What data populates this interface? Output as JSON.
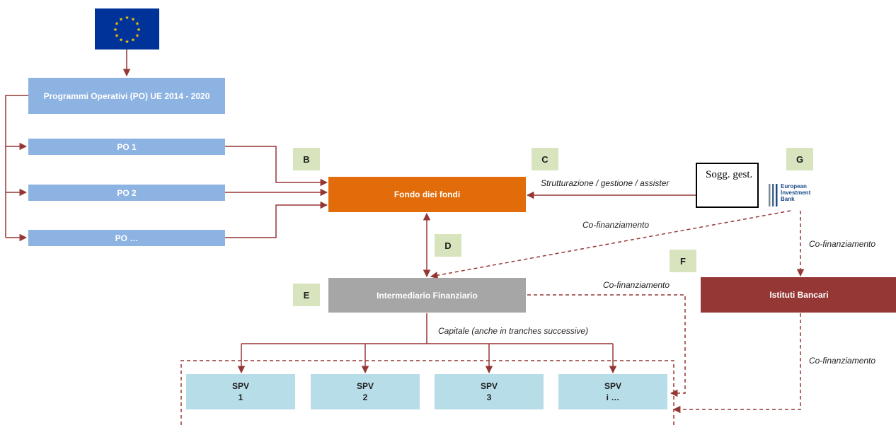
{
  "header_box": {
    "label": "Programmi Operativi  (PO) UE 2014 - 2020"
  },
  "po_boxes": [
    {
      "label": "PO 1"
    },
    {
      "label": "PO 2"
    },
    {
      "label": "PO …"
    }
  ],
  "fund": {
    "label": "Fondo diei fondi"
  },
  "intermediary": {
    "label": "Intermediario Finanziario"
  },
  "banks": {
    "label": "Istituti Bancari"
  },
  "manager": {
    "label": "Sogg. gest."
  },
  "eib": {
    "text_line1": "European",
    "text_line2": "Investment",
    "text_line3": "Bank"
  },
  "spvs": [
    {
      "label": "SPV\n1"
    },
    {
      "label": "SPV\n2"
    },
    {
      "label": "SPV\n3"
    },
    {
      "label": "SPV\ni …"
    }
  ],
  "tags": {
    "b": "B",
    "c": "C",
    "d": "D",
    "e": "E",
    "f": "F",
    "g": "G"
  },
  "edge_labels": {
    "structuring": "Strutturazione / gestione / assister",
    "cofin_eib_inter": "Co-finanziamento",
    "cofin_eib_banks": "Co-finanziamento",
    "cofin_inter_spv": "Co-finanziamento",
    "cofin_banks_spv": "Co-finanziamento",
    "capital": "Capitale (anche in tranches successive)"
  },
  "colors": {
    "po_blue": "#8db3e2",
    "fund_orange": "#e36c0a",
    "intermediary_gray": "#a6a6a6",
    "bank_red": "#953735",
    "spv_light_blue": "#b7dde8",
    "tag_green": "#d7e4bd",
    "arrow": "#953735",
    "eu_blue": "#003399",
    "eu_star": "#ffcc00"
  },
  "icons": {
    "eu_flag": "eu-flag-icon",
    "eib_logo": "eib-logo-icon"
  }
}
